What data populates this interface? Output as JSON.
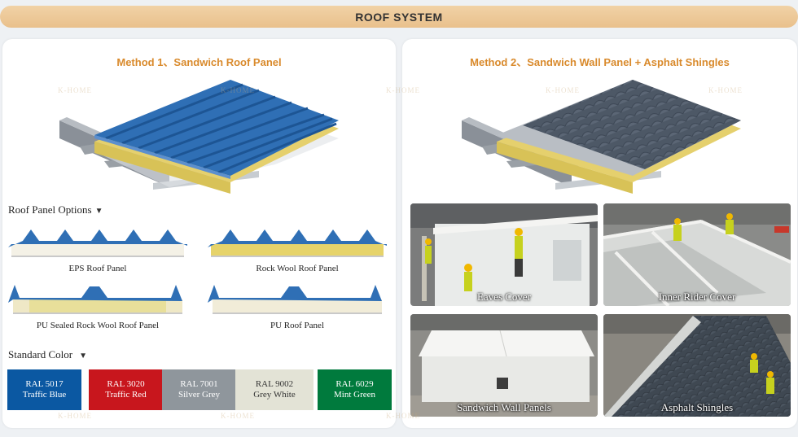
{
  "banner": {
    "title": "ROOF SYSTEM"
  },
  "left": {
    "method_title": "Method 1、Sandwich Roof Panel",
    "options_label": "Roof  Panel Options",
    "options_arrow": "▼",
    "options": [
      {
        "caption": "EPS Roof Panel",
        "core_color": "#f4f1e6"
      },
      {
        "caption": "Rock Wool  Roof Panel",
        "core_color": "#e6d36a"
      },
      {
        "caption": "PU Sealed Rock Wool Roof Panel",
        "core_color": "#e8df9a"
      },
      {
        "caption": "PU Roof Panel",
        "core_color": "#f1ecd8"
      }
    ],
    "color_label": "Standard Color",
    "color_arrow": "▼",
    "colors": [
      {
        "code": "RAL 5017",
        "name": "Traffic Blue",
        "bg": "#0b58a2",
        "fg": "#ffffff"
      },
      {
        "code": "RAL 3020",
        "name": "Traffic Red",
        "bg": "#c8161d",
        "fg": "#ffffff"
      },
      {
        "code": "RAL 7001",
        "name": "Silver Grey",
        "bg": "#8f969c",
        "fg": "#ffffff"
      },
      {
        "code": "RAL 9002",
        "name": "Grey White",
        "bg": "#e3e3d6",
        "fg": "#333333"
      },
      {
        "code": "RAL 6029",
        "name": "Mint Green",
        "bg": "#007a3d",
        "fg": "#ffffff"
      }
    ]
  },
  "right": {
    "method_title": "Method 2、Sandwich Wall Panel + Asphalt Shingles",
    "photos": [
      {
        "title": "Eaves Cover"
      },
      {
        "title": "Inner Rider Cover"
      },
      {
        "title": "Sandwich Wall Panels"
      },
      {
        "title": "Asphalt Shingles"
      }
    ]
  },
  "watermark": "K-HOME",
  "colors": {
    "accent": "#d98a2c",
    "roof_blue": "#2f6fb5",
    "frame_grey": "#8a9098"
  }
}
